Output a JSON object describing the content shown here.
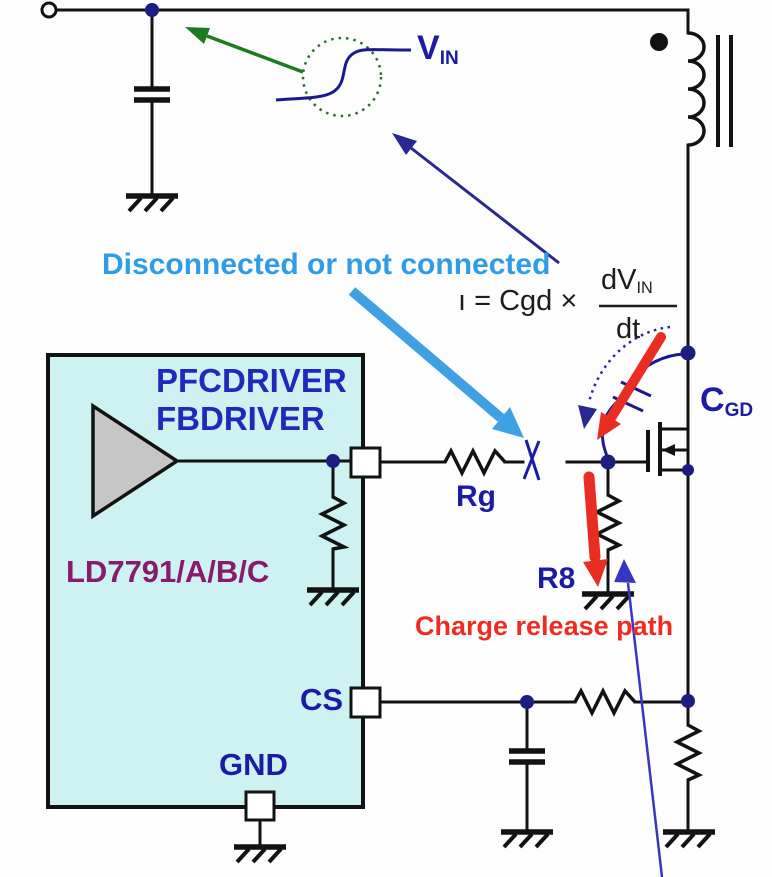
{
  "diagram": {
    "annotations": {
      "disconnected": "Disconnected or not connected",
      "charge_release": "Charge release path"
    },
    "formula": {
      "lhs": "ı = Cgd ×",
      "numerator_main": "dV",
      "numerator_sub": "IN",
      "denominator": "dt"
    },
    "labels": {
      "vin_main": "V",
      "vin_sub": "IN",
      "cgd_main": "C",
      "cgd_sub": "GD",
      "gate_resistor": "Rg",
      "pulldown_resistor": "R8"
    },
    "chip": {
      "pin_pfcdriver": "PFCDRIVER",
      "pin_fbdriver": "FBDRIVER",
      "part_number": "LD7791/A/B/C",
      "pin_cs": "CS",
      "pin_gnd": "GND"
    },
    "colors": {
      "navy_label": "#1b1ba4",
      "blue_pin": "#2328bd",
      "part_purple": "#8a1a6a",
      "annotation_blue": "#2f9ce8",
      "annotation_red": "#ee2c22",
      "arrow_green": "#1e7a1e",
      "arrow_navy": "#28288f",
      "arrow_blue_long": "#3636c2",
      "arrow_light_blue": "#3fa0e4",
      "arrow_red": "#e92d23",
      "chip_fill": "#cdf2f1",
      "triangle_gray": "#c6c6c6",
      "wire_black": "#121212",
      "curve_navy": "#1a1a8c",
      "dot_navy": "#1c1c82",
      "waveform_circle_green": "#2a6e2a"
    }
  }
}
